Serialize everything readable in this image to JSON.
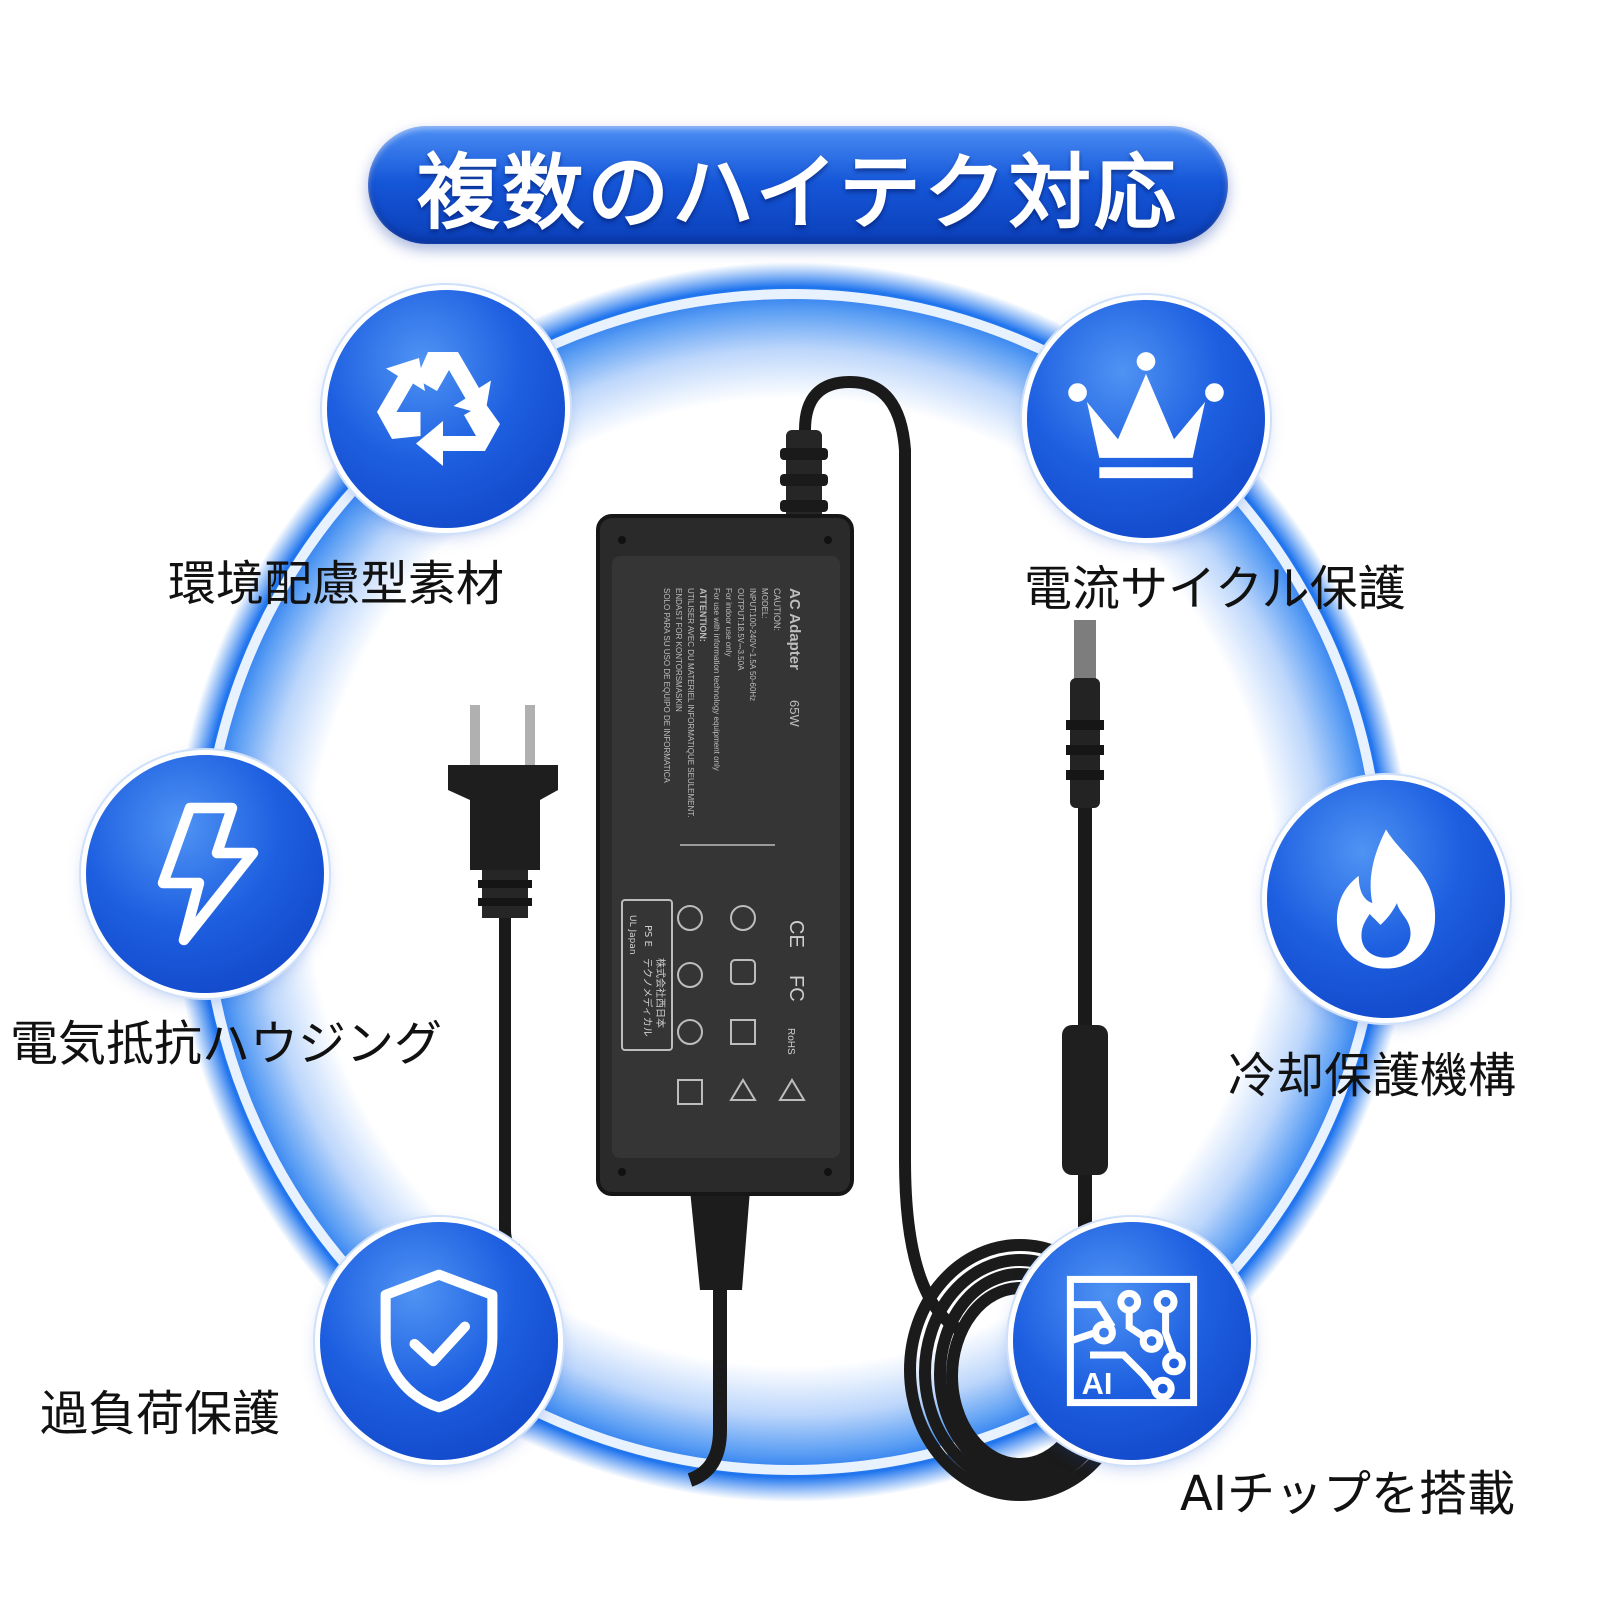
{
  "headline": "複数のハイテク対応",
  "features": [
    {
      "label": "環境配慮型素材",
      "icon": "recycle-icon"
    },
    {
      "label": "電流サイクル保護",
      "icon": "crown-icon"
    },
    {
      "label": "電気抵抗ハウジング",
      "icon": "lightning-icon"
    },
    {
      "label": "冷却保護機構",
      "icon": "flame-icon"
    },
    {
      "label": "過負荷保護",
      "icon": "shield-check-icon"
    },
    {
      "label": "AIチップを搭載",
      "icon": "ai-chip-icon"
    }
  ],
  "adapter_label": {
    "title": "AC Adapter",
    "watt": "65W",
    "lines": [
      "CAUTION:",
      "MODEL:",
      "INPUT:100-240V~1.5A 50-60Hz",
      "OUTPUT:18.5V⎓3.50A",
      "For indoor use only",
      "For use with information technology equipment only",
      "ATTENTION:",
      "UTILISER AVEC DU MATERIEL INFORMATIQUE SEULEMENT.",
      "ENDAST FOR KONTORSMASKIN",
      "SOLO PARA SU USO DE EQUIPO DE INFORMATICA"
    ],
    "cert_marks": [
      "CE",
      "FC",
      "RoHS"
    ],
    "pse_company": "株式会社西日本",
    "pse_company2": "テクノメディカル",
    "ul_japan": "UL Japan",
    "pse": "PS E"
  },
  "colors": {
    "accent_blue": "#1556d8",
    "ring_blue": "#3d8ef2",
    "text": "#111111",
    "adapter_body": "#2b2b2b"
  }
}
